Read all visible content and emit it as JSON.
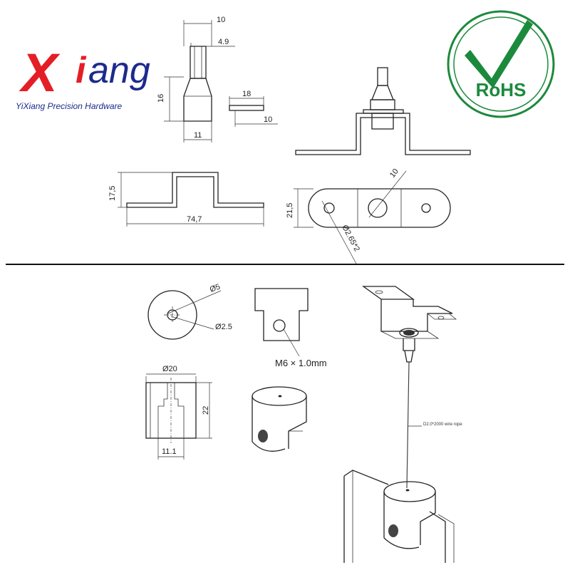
{
  "logo": {
    "brand_x": "X",
    "brand_i": "i",
    "brand_ang": "ang",
    "subtitle": "YiXiang Precision Hardware",
    "colors": {
      "red": "#e41e26",
      "blue": "#1d2a8c"
    }
  },
  "rohs": {
    "text": "RoHS",
    "color": "#1c8a3c"
  },
  "dimensions": {
    "d10_top": "10",
    "d4_9": "4.9",
    "d16": "16",
    "d11": "11",
    "d18": "18",
    "d10_side": "10",
    "d17_5": "17,5",
    "d74_7": "74,7",
    "d21_5": "21,5",
    "d10_diag": "10",
    "d2_65": "Ø2.65*2",
    "d5": "Ø5",
    "d2_5": "Ø2.5",
    "m6": "M6 × 1.0mm",
    "d20": "Ø20",
    "d22": "22",
    "d11_1": "11.1",
    "wire": "D2.0*2000 wire rope"
  }
}
